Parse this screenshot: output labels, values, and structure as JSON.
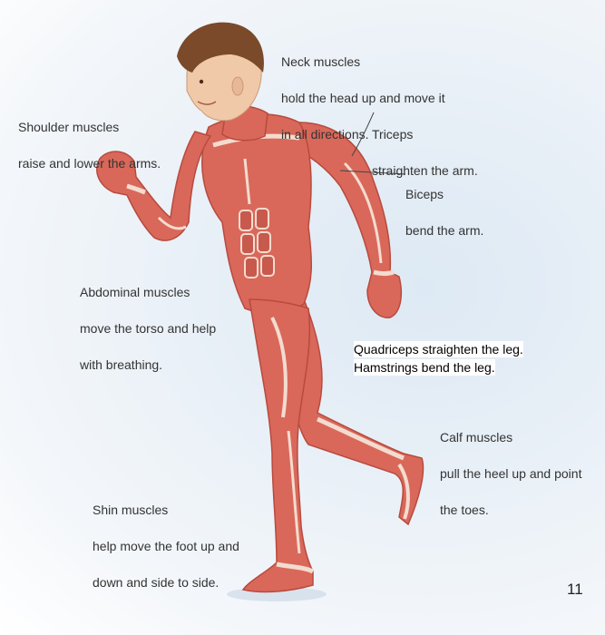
{
  "labels": {
    "neck": [
      "Neck muscles",
      "hold the head up and move it",
      "in all directions."
    ],
    "shoulder": [
      "Shoulder muscles",
      "raise and lower the arms."
    ],
    "triceps": [
      "Triceps",
      "straighten the arm."
    ],
    "biceps": [
      "Biceps",
      "bend the arm."
    ],
    "abdominal": [
      "Abdominal muscles",
      "move the torso and help",
      "with breathing."
    ],
    "quadriceps": "Quadriceps straighten the leg.",
    "hamstrings": "Hamstrings bend the leg.",
    "calf": [
      "Calf muscles",
      "pull the heel up and point",
      "the toes."
    ],
    "shin": [
      "Shin muscles",
      "help move the foot up and",
      "down and side to side."
    ]
  },
  "page_number": "11",
  "colors": {
    "muscle": "#d9685a",
    "muscle_dark": "#b84a3e",
    "tendon": "#f3dccf",
    "hair": "#7a4a2a",
    "skin": "#f0c9a8"
  }
}
